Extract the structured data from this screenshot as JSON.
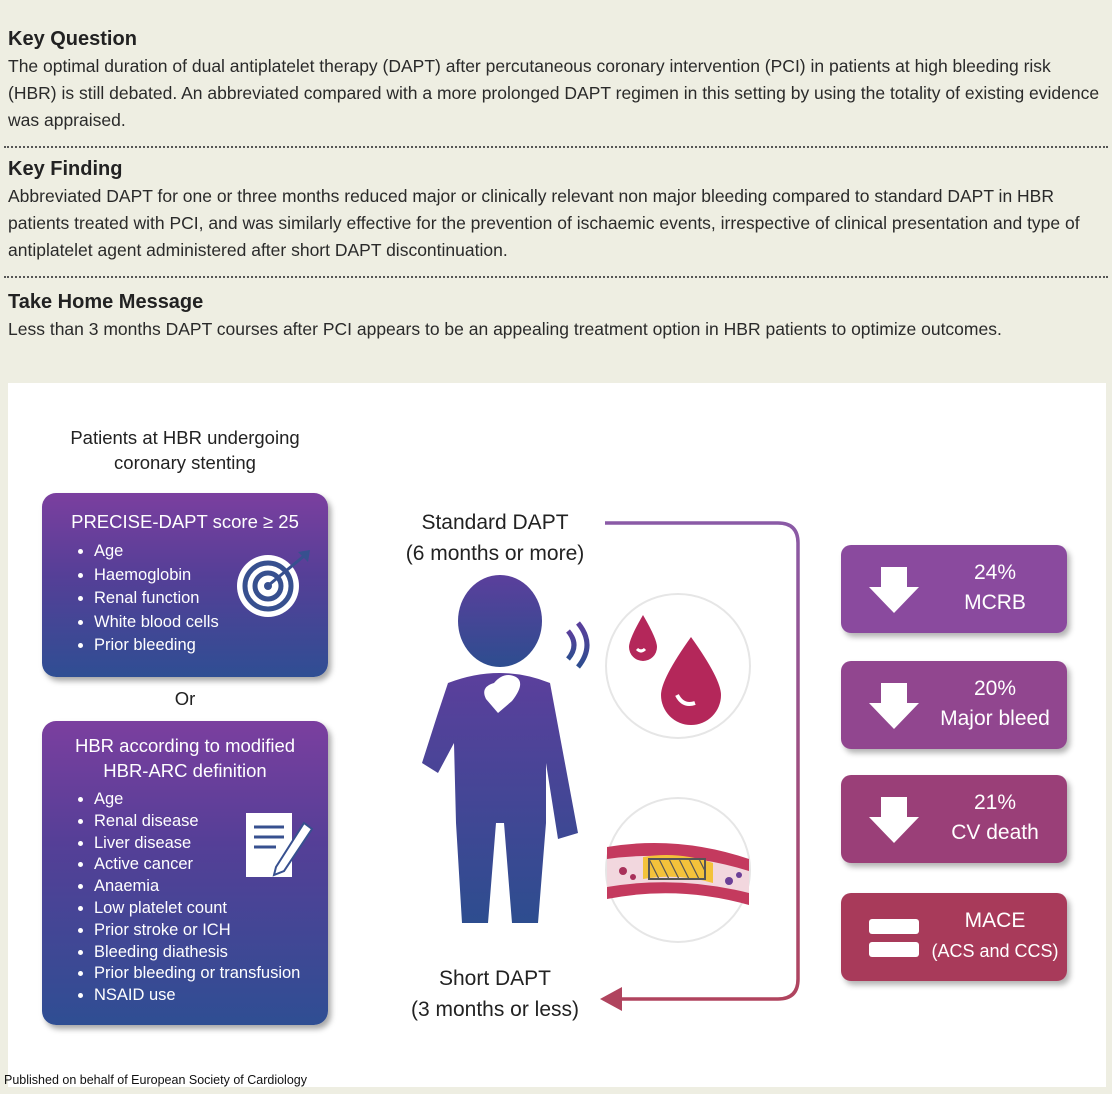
{
  "key_question": {
    "title": "Key Question",
    "text": "The optimal duration of dual antiplatelet therapy (DAPT) after percutaneous coronary intervention (PCI) in patients at high bleeding risk (HBR) is still debated. An abbreviated compared with a more prolonged DAPT regimen in this setting by using the totality of existing evidence was appraised."
  },
  "key_finding": {
    "title": "Key Finding",
    "text": "Abbreviated DAPT for one or three months reduced major or clinically relevant non major bleeding compared to standard DAPT in HBR patients treated with PCI, and was similarly effective for the prevention of ischaemic events, irrespective of clinical presentation and type of antiplatelet agent administered after short DAPT discontinuation."
  },
  "take_home": {
    "title": "Take Home Message",
    "text": "Less than 3 months DAPT courses after PCI appears to be an appealing treatment option in HBR patients to optimize outcomes."
  },
  "left": {
    "heading_line1": "Patients at HBR undergoing",
    "heading_line2": "coronary stenting",
    "box1": {
      "title": "PRECISE-DAPT score ≥ 25",
      "items": [
        "Age",
        "Haemoglobin",
        "Renal function",
        "White blood cells",
        "Prior bleeding"
      ]
    },
    "or_label": "Or",
    "box2": {
      "title_line1": "HBR according to modified",
      "title_line2": "HBR-ARC definition",
      "items": [
        "Age",
        "Renal disease",
        "Liver disease",
        "Active cancer",
        "Anaemia",
        "Low platelet count",
        "Prior stroke or ICH",
        "Bleeding diathesis",
        "Prior bleeding or transfusion",
        "NSAID use"
      ]
    }
  },
  "center": {
    "standard_line1": "Standard DAPT",
    "standard_line2": "(6 months or more)",
    "short_line1": "Short DAPT",
    "short_line2": "(3 months or less)"
  },
  "outcomes": [
    {
      "line1": "24%",
      "line2": "MCRB",
      "icon": "down-arrow-icon",
      "color": "#8a4a9e"
    },
    {
      "line1": "20%",
      "line2": "Major bleed",
      "icon": "down-arrow-icon",
      "color": "#91468f"
    },
    {
      "line1": "21%",
      "line2": "CV death",
      "icon": "down-arrow-icon",
      "color": "#9a3f78"
    },
    {
      "line1": "MACE",
      "line2": "(ACS and CCS)",
      "icon": "equal-icon",
      "color": "#a83a5a"
    }
  ],
  "footer": "Published on behalf of European Society of Cardiology"
}
